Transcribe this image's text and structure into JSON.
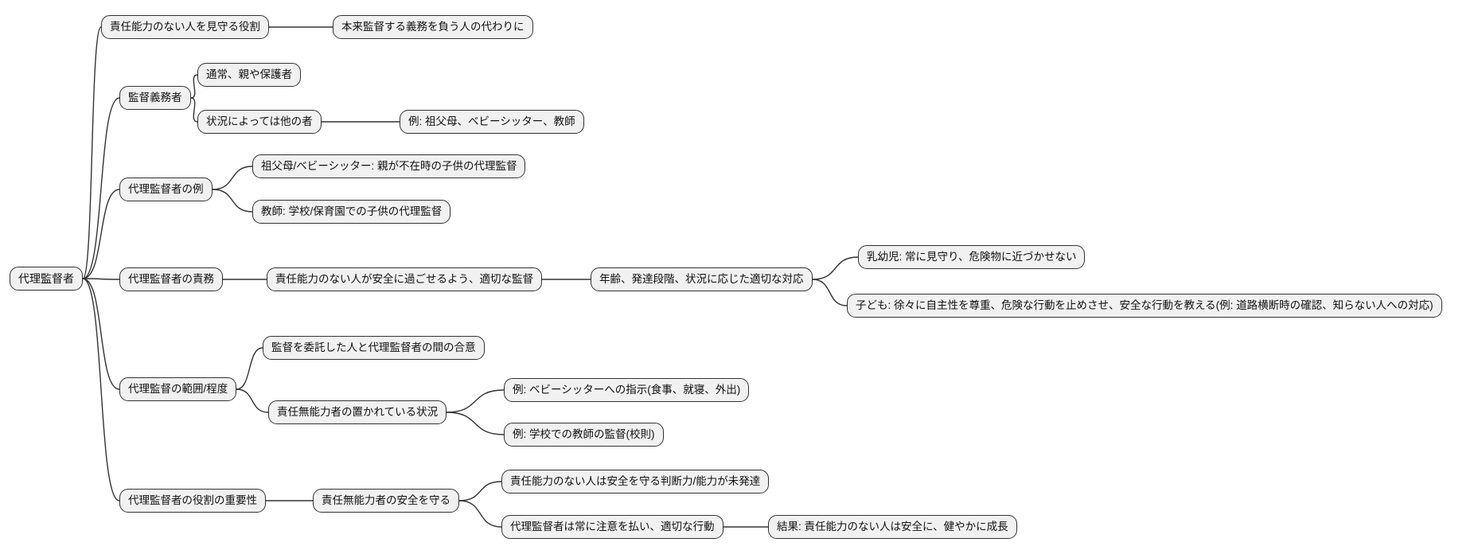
{
  "diagram": {
    "type": "mindmap",
    "colors": {
      "background": "#ffffff",
      "node_fill": "#f1f1f1",
      "node_border": "#333333",
      "connector": "#333333",
      "text": "#111111"
    },
    "root": {
      "label": "代理監督者",
      "children": [
        {
          "label": "責任能力のない人を見守る役割",
          "children": [
            {
              "label": "本来監督する義務を負う人の代わりに"
            }
          ]
        },
        {
          "label": "監督義務者",
          "children": [
            {
              "label": "通常、親や保護者"
            },
            {
              "label": "状況によっては他の者",
              "children": [
                {
                  "label": "例: 祖父母、ベビーシッター、教師"
                }
              ]
            }
          ]
        },
        {
          "label": "代理監督者の例",
          "children": [
            {
              "label": "祖父母/ベビーシッター: 親が不在時の子供の代理監督"
            },
            {
              "label": "教師: 学校/保育園での子供の代理監督"
            }
          ]
        },
        {
          "label": "代理監督者の責務",
          "children": [
            {
              "label": "責任能力のない人が安全に過ごせるよう、適切な監督",
              "children": [
                {
                  "label": "年齢、発達段階、状況に応じた適切な対応",
                  "children": [
                    {
                      "label": "乳幼児: 常に見守り、危険物に近づかせない"
                    },
                    {
                      "label": "子ども: 徐々に自主性を尊重、危険な行動を止めさせ、安全な行動を教える(例: 道路横断時の確認、知らない人への対応)"
                    }
                  ]
                }
              ]
            }
          ]
        },
        {
          "label": "代理監督の範囲/程度",
          "children": [
            {
              "label": "監督を委託した人と代理監督者の間の合意"
            },
            {
              "label": "責任無能力者の置かれている状況",
              "children": [
                {
                  "label": "例: ベビーシッターへの指示(食事、就寝、外出)"
                },
                {
                  "label": "例: 学校での教師の監督(校則)"
                }
              ]
            }
          ]
        },
        {
          "label": "代理監督者の役割の重要性",
          "children": [
            {
              "label": "責任無能力者の安全を守る",
              "children": [
                {
                  "label": "責任能力のない人は安全を守る判断力/能力が未発達"
                },
                {
                  "label": "代理監督者は常に注意を払い、適切な行動",
                  "children": [
                    {
                      "label": "結果: 責任能力のない人は安全に、健やかに成長"
                    }
                  ]
                }
              ]
            }
          ]
        }
      ]
    }
  }
}
